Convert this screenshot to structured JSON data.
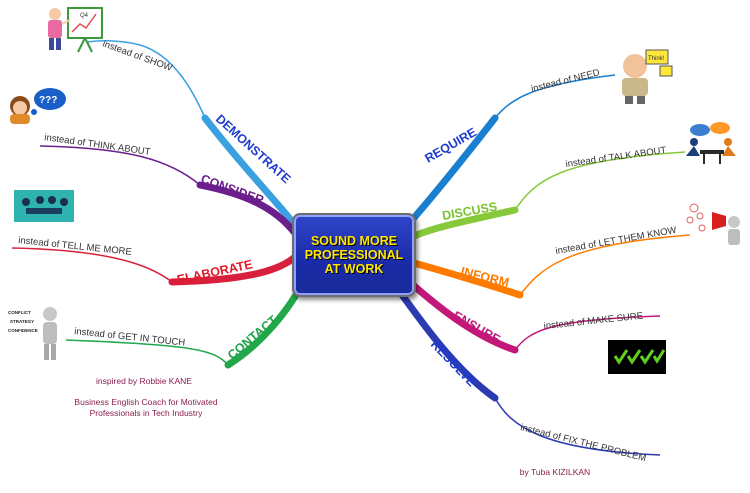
{
  "center": {
    "line1": "SOUND MORE",
    "line2": "PROFESSIONAL",
    "line3": "AT WORK"
  },
  "branches": {
    "demonstrate": {
      "label": "DEMONSTRATE",
      "sub": "instead of SHOW",
      "color": "#1f3bd1",
      "line_color": "#3aa0e0"
    },
    "consider": {
      "label": "CONSIDER",
      "sub": "instead of THINK ABOUT",
      "color": "#6b1e8c",
      "line_color": "#6b1e8c"
    },
    "elaborate": {
      "label": "ELABORATE",
      "sub": "instead of TELL ME MORE",
      "color": "#e0192a",
      "line_color": "#d81f3c"
    },
    "contact": {
      "label": "CONTACT",
      "sub": "instead of GET IN TOUCH",
      "color": "#1fa34a",
      "line_color": "#22a84a"
    },
    "require": {
      "label": "REQUIRE",
      "sub": "instead of NEED",
      "color": "#1f3bd1",
      "line_color": "#1b7fd0"
    },
    "discuss": {
      "label": "DISCUSS",
      "sub": "instead of TALK ABOUT",
      "color": "#7ac231",
      "line_color": "#86c93a"
    },
    "inform": {
      "label": "INFORM",
      "sub": "instead of LET THEM KNOW",
      "color": "#ff7a00",
      "line_color": "#ff7a00"
    },
    "ensure": {
      "label": "ENSURE",
      "sub": "instead of MAKE SURE",
      "color": "#c2187a",
      "line_color": "#c2187a"
    },
    "resolve": {
      "label": "RESOLVE",
      "sub": "instead of FIX THE PROBLEM",
      "color": "#1f3bd1",
      "line_color": "#2b3bb0"
    }
  },
  "credits": {
    "inspired": "inspired by Robbie KANE",
    "coach1": "Business English Coach for Motivated",
    "coach2": "Professionals in Tech Industry",
    "author": "by Tuba KIZILKAN"
  },
  "icons": {
    "thought_bubble": "???",
    "chart_label": "Q4",
    "sign_label": "Think!",
    "checklist": [
      "CONFLICT",
      "STRATEGY",
      "CONFIDENCE"
    ]
  }
}
